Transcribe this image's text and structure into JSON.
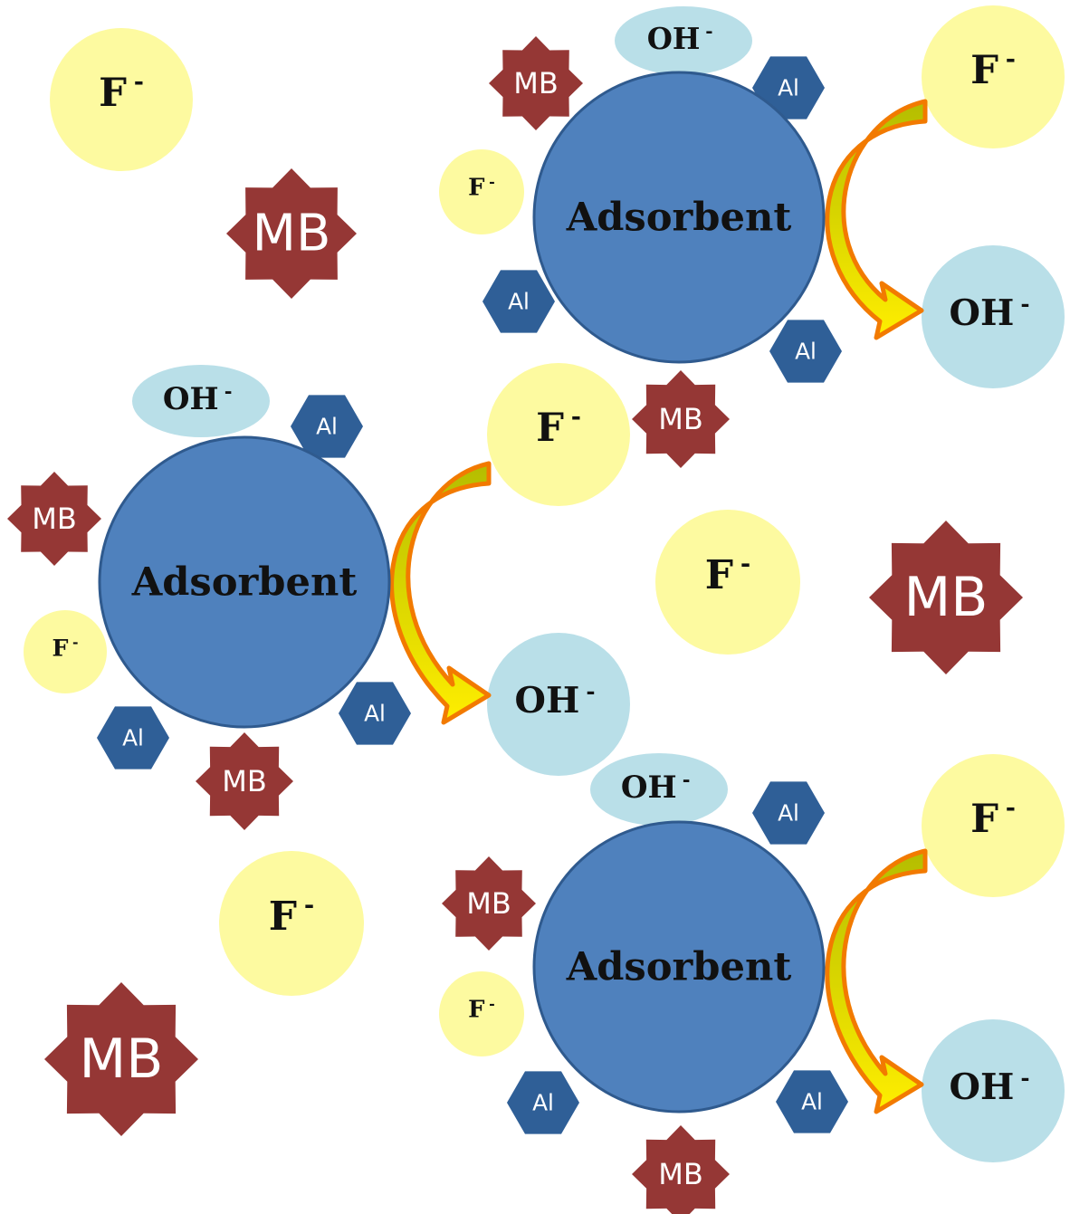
{
  "labels": {
    "adsorbent": "Adsorbent",
    "fluoride": "F",
    "hydroxide": "OH",
    "charge": "-",
    "methylene_blue": "MB",
    "aluminum": "Al"
  },
  "colors": {
    "adsorbent_fill": "#4f81bd",
    "adsorbent_stroke": "#2f5a8e",
    "fluoride_fill": "#fdfaa0",
    "hydroxide_fill": "#b9dfe8",
    "mb_fill": "#953735",
    "al_fill": "#2f5f97",
    "arrow_outline": "#f27a00",
    "arrow_fill_top": "#b4bd00",
    "arrow_fill_bottom": "#ffee00"
  },
  "icons": {
    "adsorbent": "blue-sphere",
    "fluoride": "yellow-circle",
    "hydroxide": "light-blue-circle",
    "methylene_blue": "eight-point-star",
    "aluminum": "hexagon",
    "exchange": "curved-arrow"
  }
}
